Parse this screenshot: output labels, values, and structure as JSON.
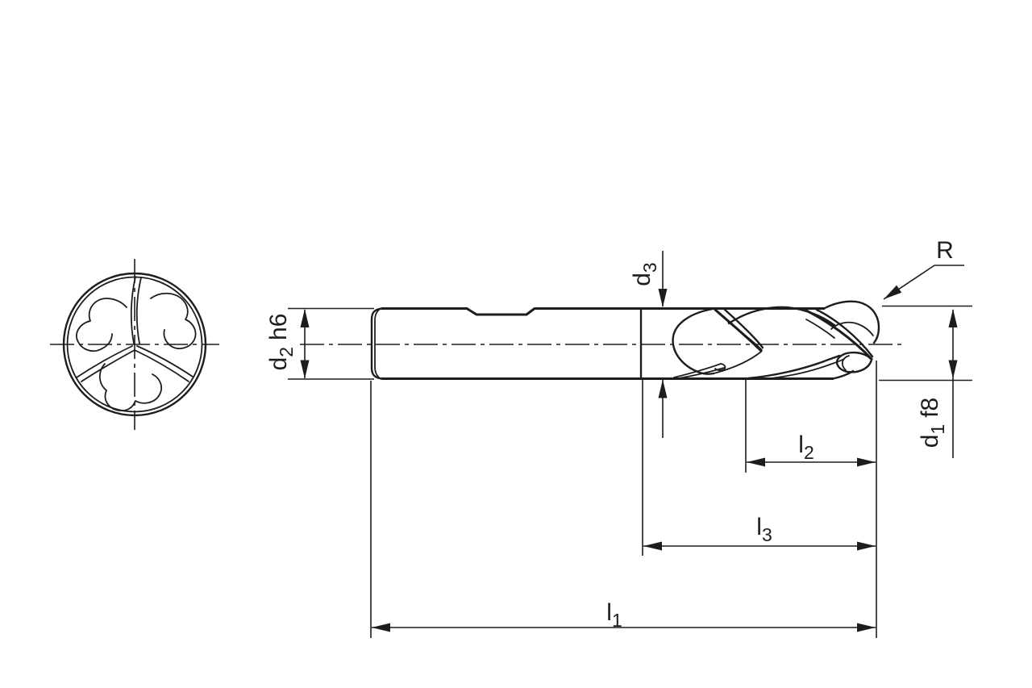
{
  "drawing": {
    "kind": "technical-drawing",
    "line_color": "#1d1d1b",
    "background_color": "#ffffff"
  },
  "labels": {
    "d2": {
      "base": "d",
      "sub": "2",
      "tolerance": "h6"
    },
    "d3": {
      "base": "d",
      "sub": "3"
    },
    "d1": {
      "base": "d",
      "sub": "1",
      "tolerance": "f8"
    },
    "r": "R",
    "l2": {
      "base": "l",
      "sub": "2"
    },
    "l3": {
      "base": "l",
      "sub": "3"
    },
    "l1": {
      "base": "l",
      "sub": "1"
    }
  }
}
